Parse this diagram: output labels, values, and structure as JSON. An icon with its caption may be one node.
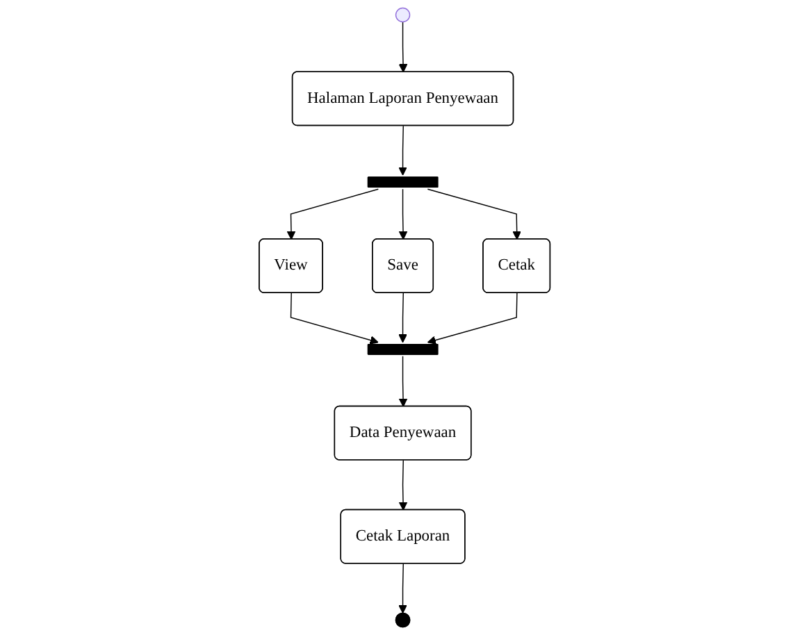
{
  "diagram": {
    "nodes": [
      {
        "text": [],
        "shape": "circle"
      },
      {
        "text": [
          "Halaman Laporan Penyewaan"
        ]
      },
      {
        "text": [],
        "shape": "bar"
      },
      {
        "text": [
          "View"
        ]
      },
      {
        "text": [
          "Save"
        ]
      },
      {
        "text": [
          "Cetak"
        ]
      },
      {
        "text": [],
        "shape": "bar"
      },
      {
        "text": [
          "Data Penyewaan"
        ]
      },
      {
        "text": [
          "Cetak Laporan"
        ]
      },
      {
        "text": [],
        "shape": "circle"
      }
    ],
    "edges": [
      {
        "from": 0,
        "to": 1,
        "arrow": "to"
      },
      {
        "from": 1,
        "to": 2,
        "arrow": "to"
      },
      {
        "from": 2,
        "to": 3,
        "arrow": "to"
      },
      {
        "from": 2,
        "to": 4,
        "arrow": "to"
      },
      {
        "from": 2,
        "to": 5,
        "arrow": "to"
      },
      {
        "from": 3,
        "to": 6,
        "arrow": "to"
      },
      {
        "from": 4,
        "to": 6,
        "arrow": "to"
      },
      {
        "from": 5,
        "to": 6,
        "arrow": "to"
      },
      {
        "from": 6,
        "to": 7,
        "arrow": "to"
      },
      {
        "from": 7,
        "to": 8,
        "arrow": "to"
      },
      {
        "from": 8,
        "to": 9,
        "arrow": "to"
      }
    ]
  }
}
